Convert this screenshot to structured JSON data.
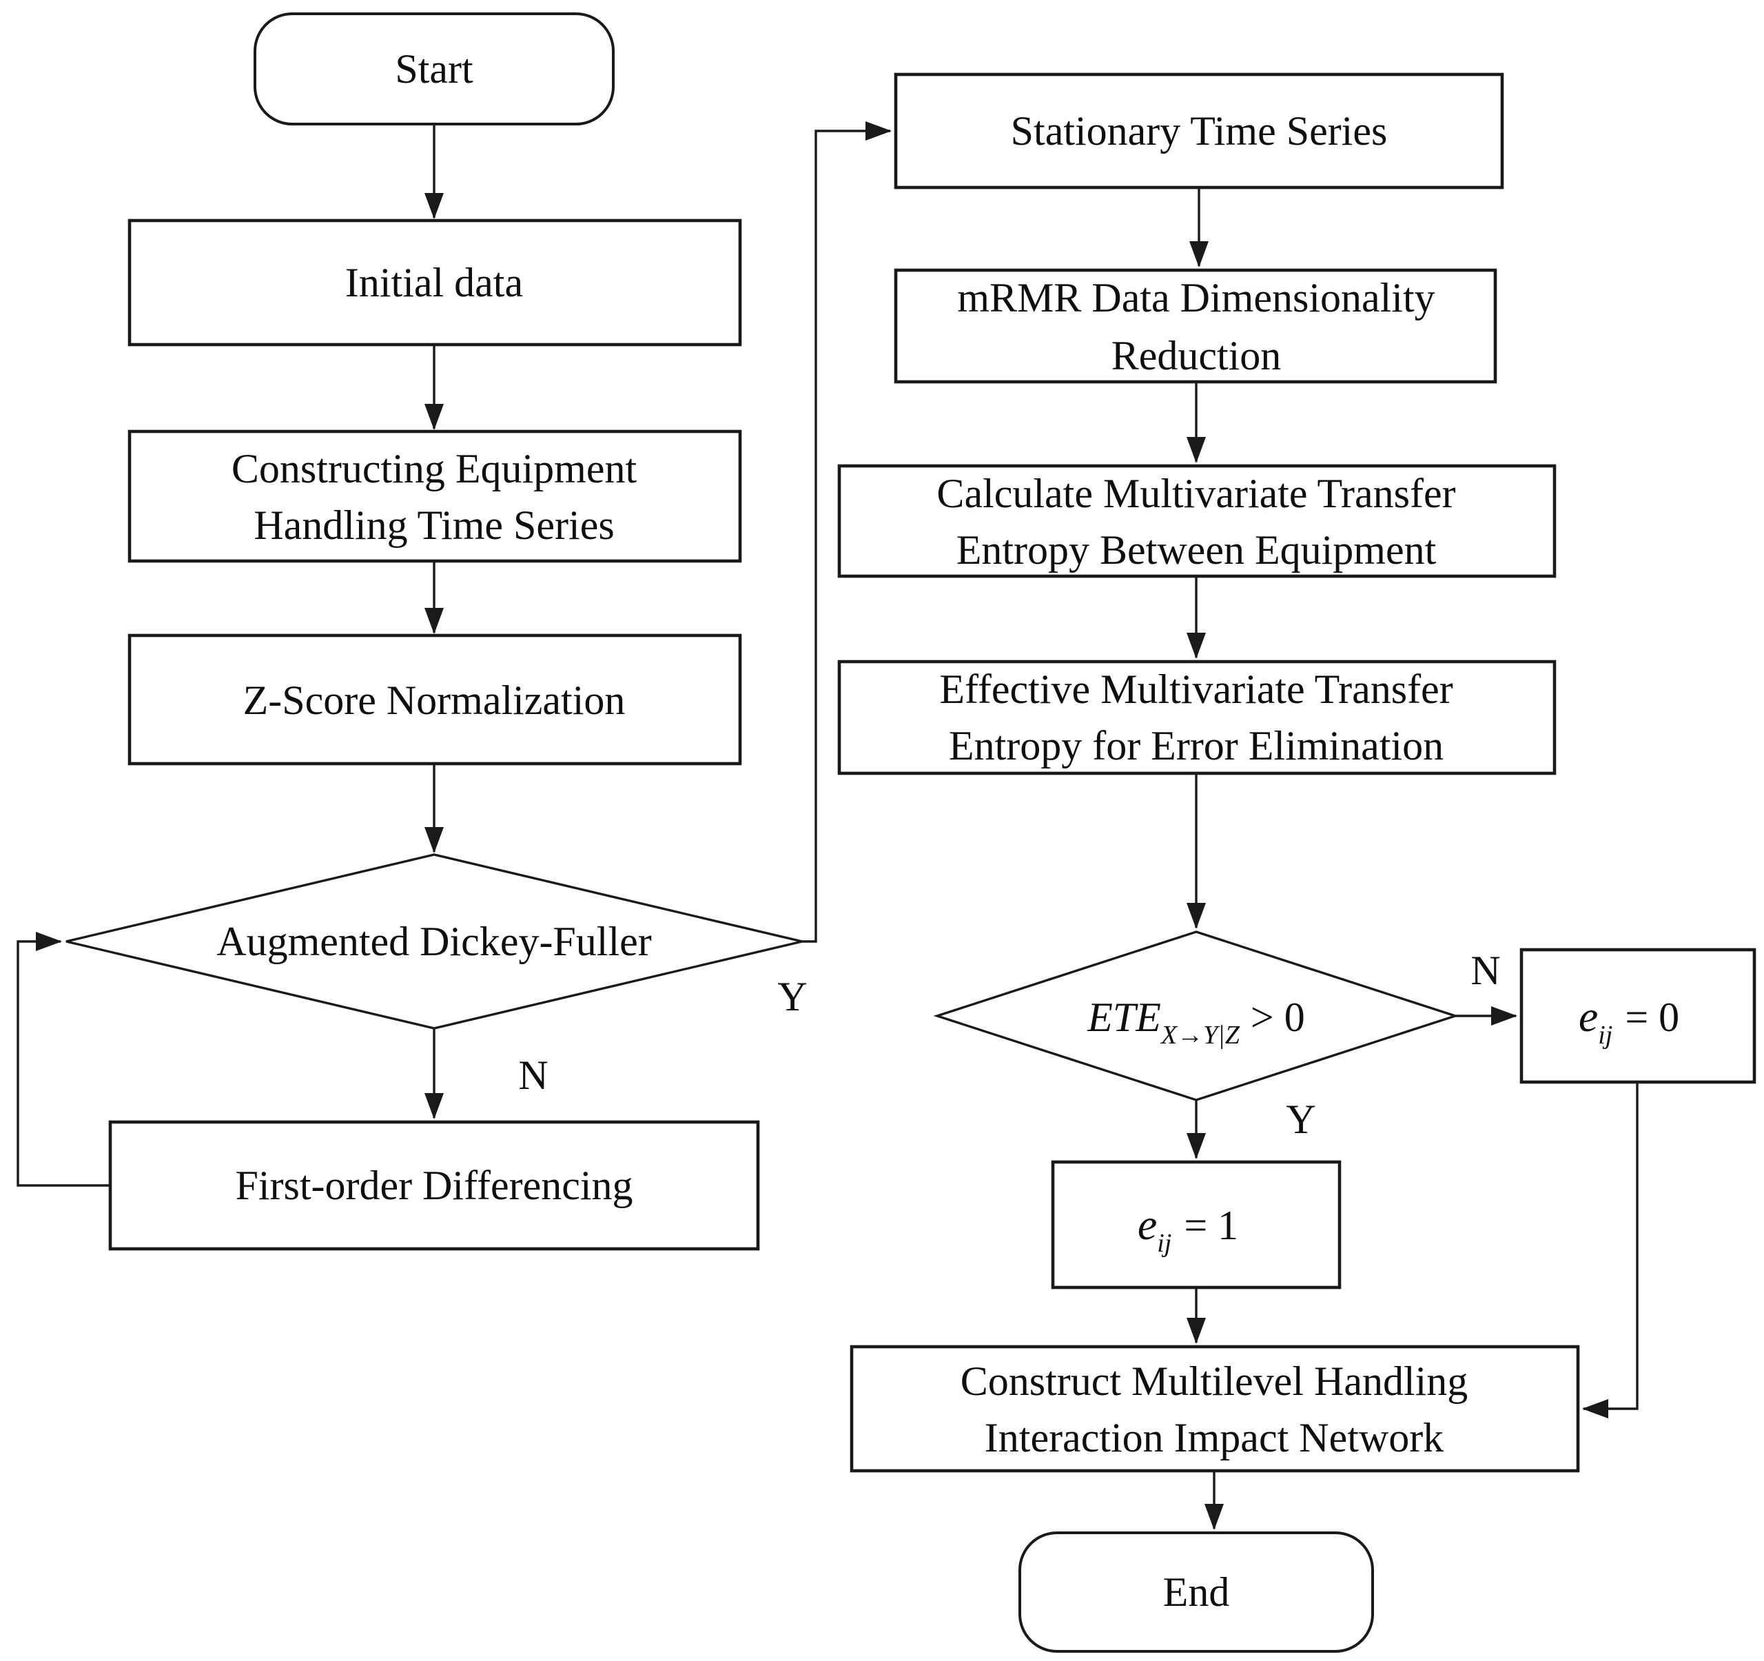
{
  "diagram": {
    "type": "flowchart",
    "colors": {
      "line": "#1a1a1a",
      "text": "#0f0f0f",
      "background": "#ffffff"
    },
    "nodes": {
      "start": {
        "label": "Start",
        "shape": "terminator"
      },
      "initial_data": {
        "label": "Initial data",
        "shape": "process"
      },
      "construct_series": {
        "line1": "Constructing Equipment",
        "line2": "Handling Time Series",
        "shape": "process"
      },
      "zscore": {
        "label": "Z-Score Normalization",
        "shape": "process"
      },
      "adf_test": {
        "label": "Augmented Dickey-Fuller",
        "shape": "decision"
      },
      "first_order_diff": {
        "label": "First-order Differencing",
        "shape": "process"
      },
      "stationary": {
        "label": "Stationary Time Series",
        "shape": "process"
      },
      "mrmr": {
        "line1": "mRMR Data Dimensionality",
        "line2": "Reduction",
        "shape": "process"
      },
      "calc_mte": {
        "line1": "Calculate Multivariate Transfer",
        "line2": "Entropy Between Equipment",
        "shape": "process"
      },
      "effective_mte": {
        "line1": "Effective Multivariate Transfer",
        "line2": "Entropy for Error Elimination",
        "shape": "process"
      },
      "ete_check": {
        "base": "ETE",
        "sub": "X→Y|Z",
        "rest": "> 0",
        "shape": "decision"
      },
      "edge_zero": {
        "base": "e",
        "sub": "ij",
        "rest": "= 0",
        "shape": "process"
      },
      "edge_one": {
        "base": "e",
        "sub": "ij",
        "rest": "= 1",
        "shape": "process"
      },
      "construct_network": {
        "line1": "Construct Multilevel Handling",
        "line2": "Interaction Impact Network",
        "shape": "process"
      },
      "end": {
        "label": "End",
        "shape": "terminator"
      }
    },
    "edge_labels": {
      "adf_no": "N",
      "adf_yes": "Y",
      "ete_no": "N",
      "ete_yes": "Y"
    }
  }
}
